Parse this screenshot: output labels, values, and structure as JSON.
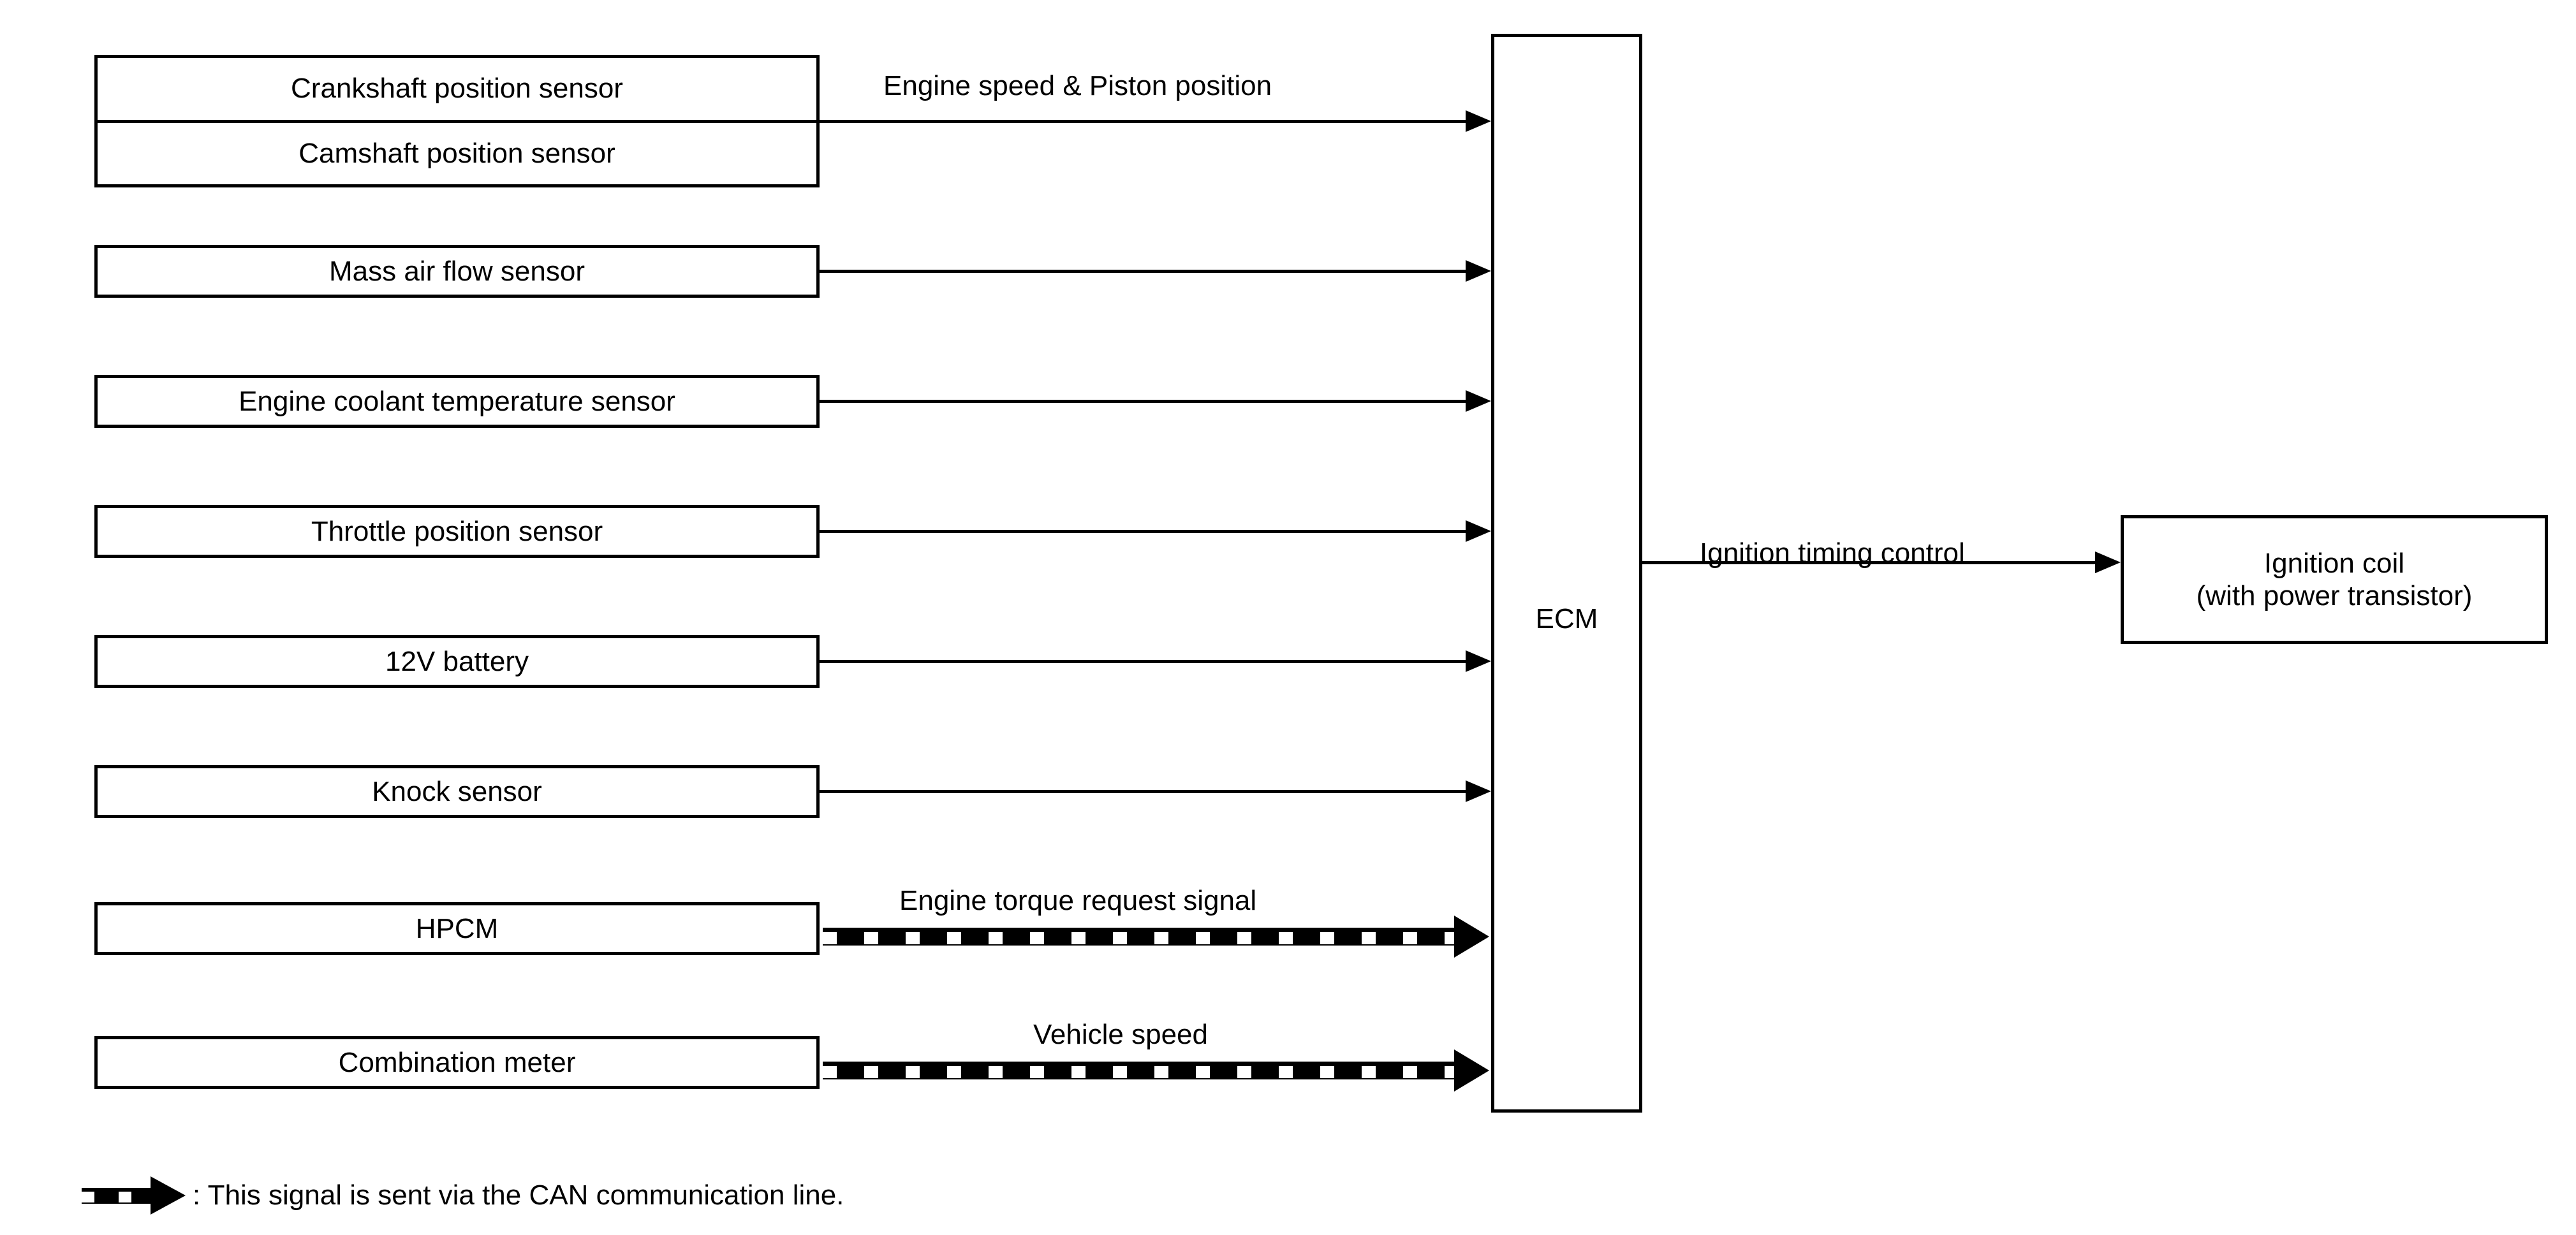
{
  "diagram": {
    "title": "Ignition timing control system block diagram",
    "controller": {
      "label": "ECM"
    },
    "output_block": {
      "line1": "Ignition coil",
      "line2": "(with power transistor)"
    },
    "inputs": [
      {
        "label": "Crankshaft position sensor"
      },
      {
        "label": "Camshaft position sensor"
      },
      {
        "label": "Mass air flow sensor"
      },
      {
        "label": "Engine coolant temperature sensor"
      },
      {
        "label": "Throttle position sensor"
      },
      {
        "label": "12V battery"
      },
      {
        "label": "Knock sensor"
      },
      {
        "label": "HPCM"
      },
      {
        "label": "Combination meter"
      }
    ],
    "signals": [
      {
        "label": "Engine speed & Piston position",
        "type": "plain"
      },
      {
        "label": "Engine torque request signal",
        "type": "can"
      },
      {
        "label": "Vehicle speed",
        "type": "can"
      },
      {
        "label": "Ignition timing control",
        "type": "plain"
      }
    ],
    "legend": {
      "text": ": This signal is sent via the CAN communication line."
    },
    "colors": {
      "ink": "#000000",
      "paper": "#ffffff"
    }
  }
}
